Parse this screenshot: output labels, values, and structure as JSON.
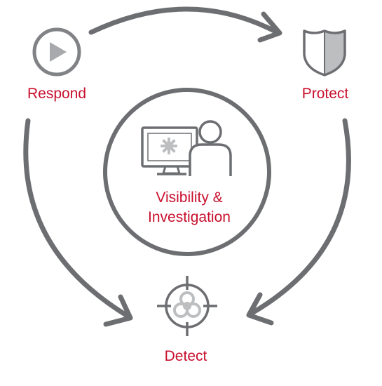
{
  "colors": {
    "accent": "#c8102e",
    "stroke": "#6d6e71",
    "light_gray": "#a7a9ac",
    "fill_gray": "#bcbec0"
  },
  "icons": {
    "respond": "play-icon",
    "protect": "shield-icon",
    "detect": "target-biohazard-icon",
    "center": "monitor-person-icon"
  },
  "nodes": {
    "respond": {
      "label": "Respond"
    },
    "protect": {
      "label": "Protect"
    },
    "detect": {
      "label": "Detect"
    },
    "center": {
      "line1": "Visibility &",
      "line2": "Investigation"
    }
  }
}
